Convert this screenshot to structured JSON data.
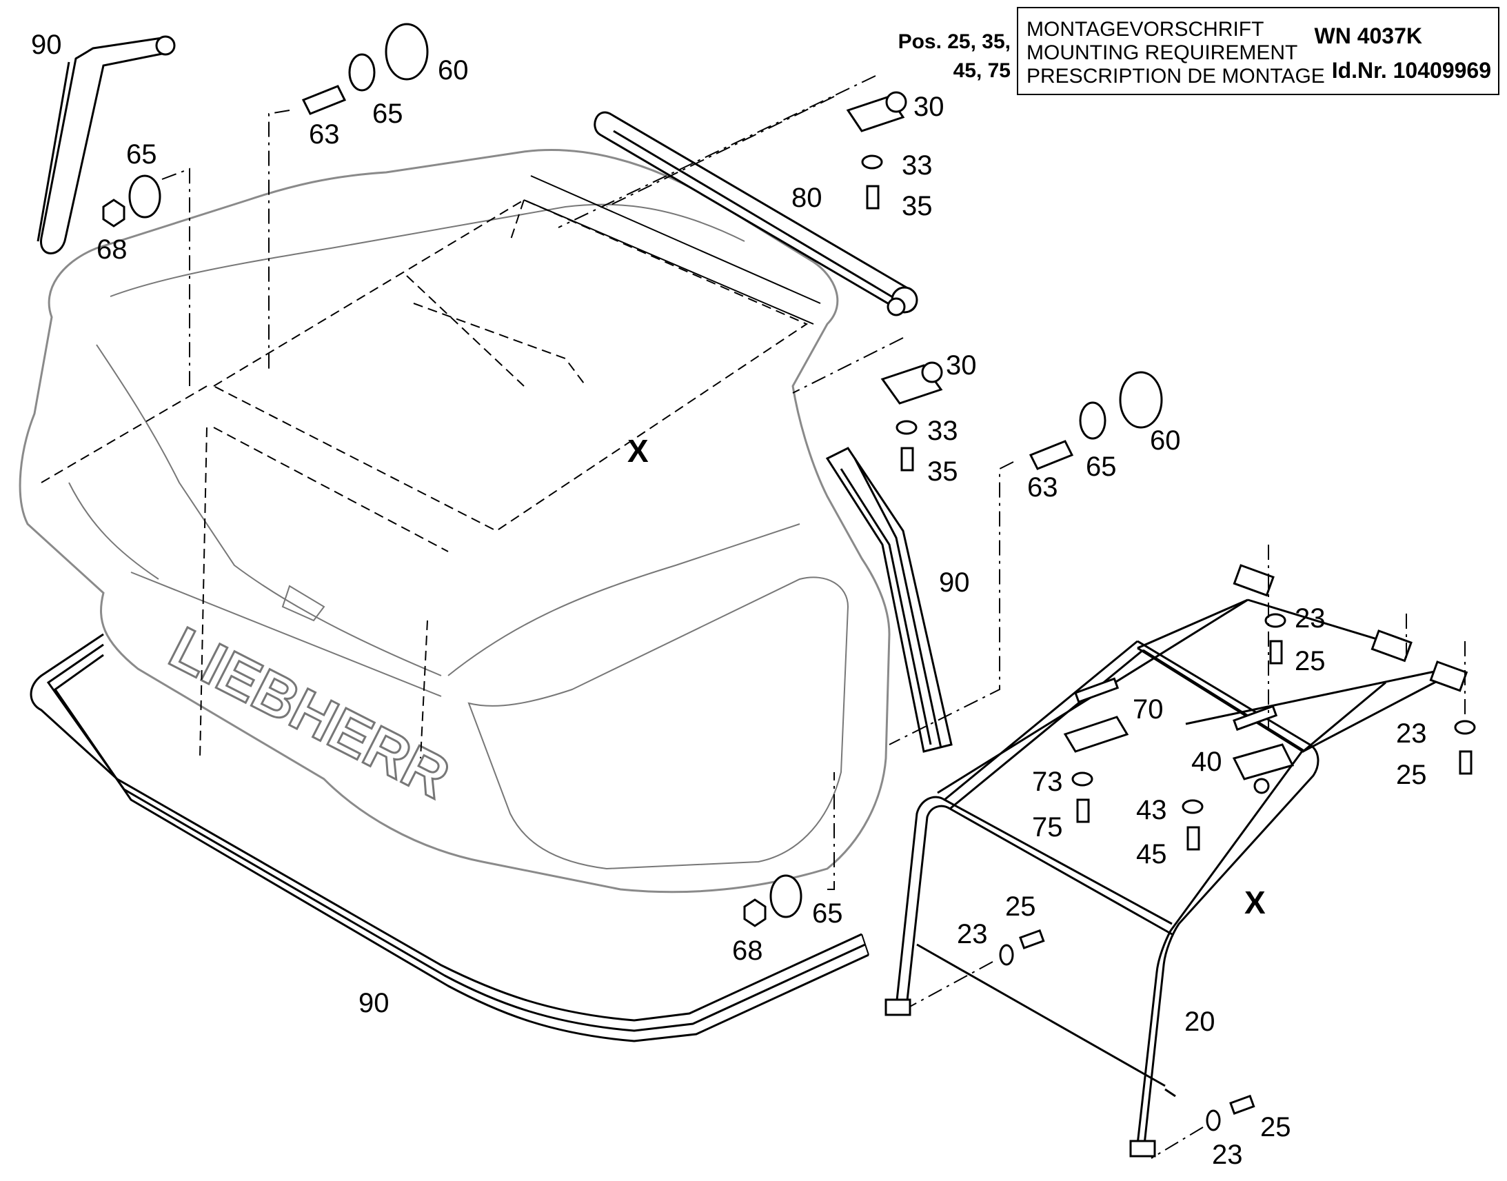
{
  "title_block": {
    "line1": "MONTAGEVORSCHRIFT",
    "line2": "MOUNTING REQUIREMENT",
    "line3": "PRESCRIPTION DE MONTAGE",
    "wn": "WN 4037K",
    "id_nr": "Id.Nr. 10409969"
  },
  "pos_note": {
    "line1": "Pos. 25, 35,",
    "line2": "45, 75"
  },
  "brand_text": "LIEBHERR",
  "detail_marker": "X",
  "callouts": [
    "90",
    "63",
    "65",
    "60",
    "65",
    "68",
    "30",
    "33",
    "35",
    "80",
    "30",
    "33",
    "35",
    "X",
    "63",
    "65",
    "60",
    "90",
    "23",
    "25",
    "70",
    "23",
    "25",
    "40",
    "73",
    "43",
    "75",
    "45",
    "X",
    "65",
    "68",
    "25",
    "23",
    "90",
    "20",
    "25",
    "23"
  ]
}
